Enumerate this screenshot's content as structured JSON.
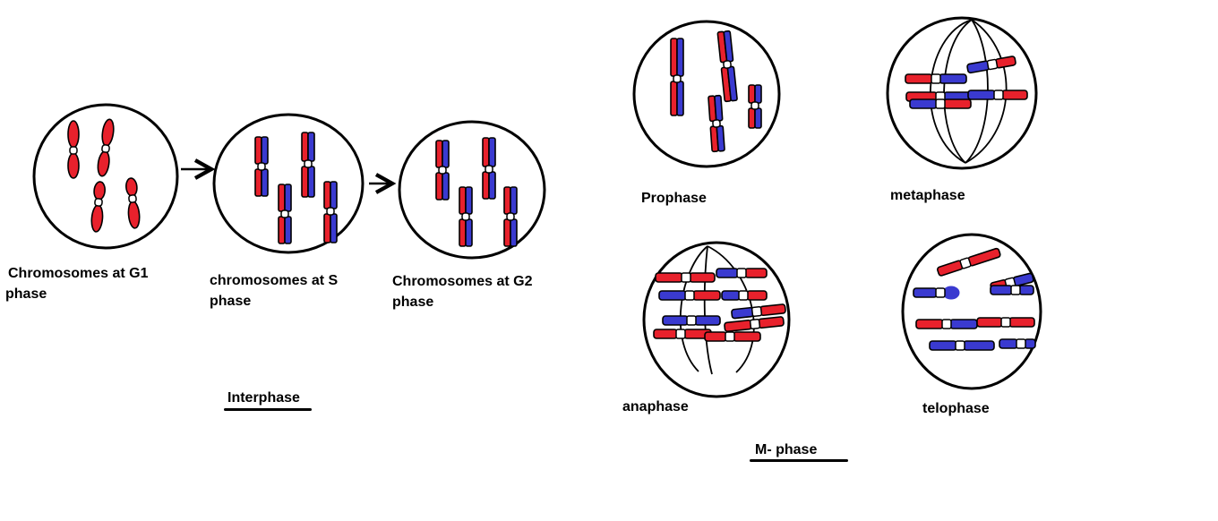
{
  "colors": {
    "red": "#e8212c",
    "blue": "#3a3ad0",
    "outline": "#000000",
    "background": "#ffffff"
  },
  "interphase": {
    "title": "Interphase",
    "cells": [
      {
        "line1": "Chromosomes at G1",
        "line2": "phase"
      },
      {
        "line1": "chromosomes at S",
        "line2": "phase"
      },
      {
        "line1": "Chromosomes at G2",
        "line2": "phase"
      }
    ]
  },
  "m_phase": {
    "title": "M- phase",
    "stages": [
      "Prophase",
      "metaphase",
      "anaphase",
      "telophase"
    ]
  }
}
